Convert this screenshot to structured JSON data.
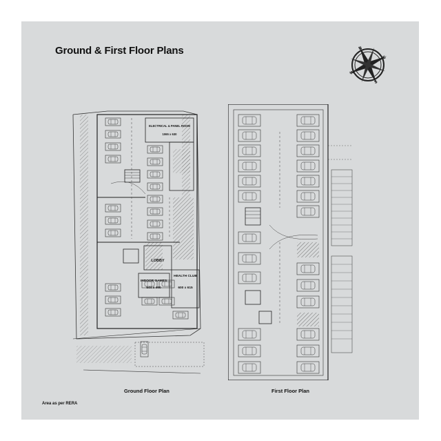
{
  "title": "Ground & First Floor Plans",
  "compass": {
    "icon": "compass-rose-icon",
    "n": "N",
    "e": "E",
    "s": "S",
    "w": "W"
  },
  "ground": {
    "caption": "Ground Floor Plan",
    "electrical_room": "ELECTRICAL & PANEL ROOM",
    "electrical_size": "1065 x 630",
    "lobby": "LOBBY",
    "health_club": "HEALTH CLUB",
    "health_size": "600 x 615",
    "indoor_games": "INDOOR GAMES",
    "indoor_size": "544 x 460"
  },
  "first": {
    "caption": "First Floor Plan"
  },
  "footer_note": "Area as per RERA",
  "colors": {
    "board": "#d8dadb",
    "line": "#333333",
    "hatch": "#555555"
  }
}
